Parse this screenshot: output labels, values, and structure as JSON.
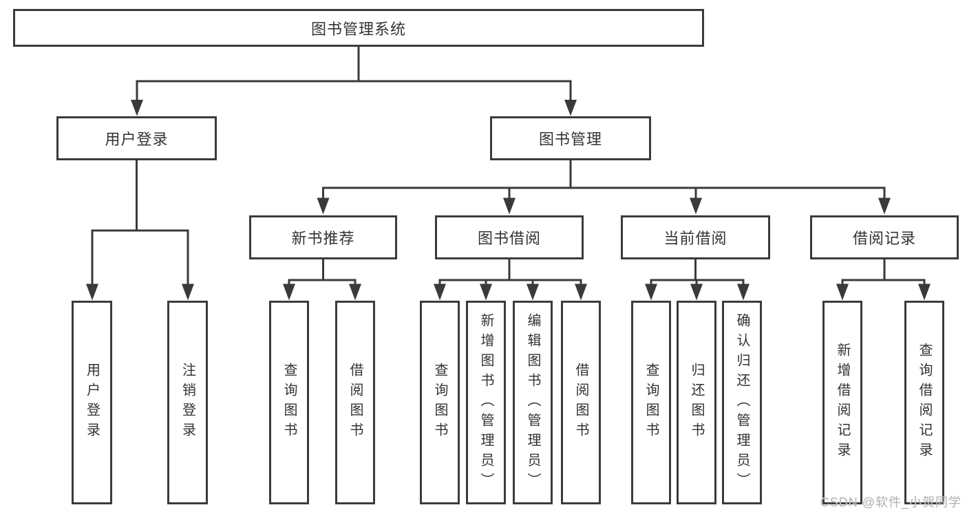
{
  "tree": {
    "label": "图书管理系统",
    "children": [
      {
        "label": "用户登录",
        "children": [
          {
            "label": "用户登录"
          },
          {
            "label": "注销登录"
          }
        ]
      },
      {
        "label": "图书管理",
        "children": [
          {
            "label": "新书推荐",
            "children": [
              {
                "label": "查询图书"
              },
              {
                "label": "借阅图书"
              }
            ]
          },
          {
            "label": "图书借阅",
            "children": [
              {
                "label": "查询图书"
              },
              {
                "label": "新增图书（管理员）"
              },
              {
                "label": "编辑图书（管理员）"
              },
              {
                "label": "借阅图书"
              }
            ]
          },
          {
            "label": "当前借阅",
            "children": [
              {
                "label": "查询图书"
              },
              {
                "label": "归还图书"
              },
              {
                "label": "确认归还（管理员）"
              }
            ]
          },
          {
            "label": "借阅记录",
            "children": [
              {
                "label": "新增借阅记录"
              },
              {
                "label": "查询借阅记录"
              }
            ]
          }
        ]
      }
    ]
  },
  "watermark": {
    "text": "CSDN @软件_小贺同学",
    "color": "#b4b4b4"
  },
  "colors": {
    "line": "#3a3a3a",
    "box_border": "#3b3b3b",
    "text": "#333333",
    "background": "#ffffff"
  }
}
